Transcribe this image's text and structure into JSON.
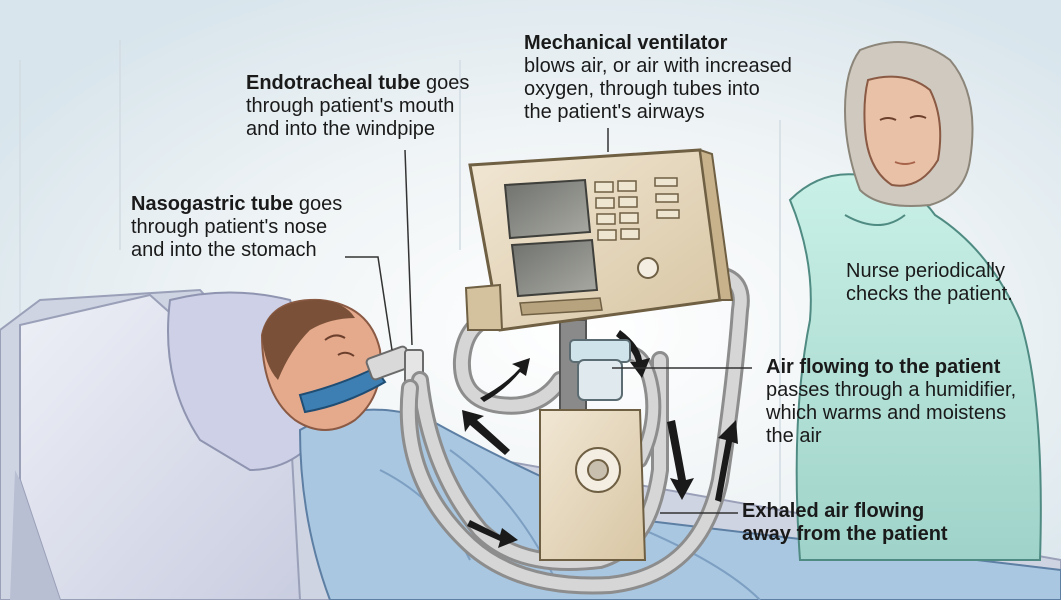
{
  "callouts": {
    "ventilator": {
      "title": "Mechanical ventilator",
      "lines": [
        "blows air, or air with increased",
        "oxygen, through tubes into",
        "the patient's airways"
      ]
    },
    "endotracheal": {
      "title": "Endotracheal tube",
      "title_rest": " goes",
      "lines": [
        "through patient's mouth",
        "and into the windpipe"
      ]
    },
    "nasogastric": {
      "title": "Nasogastric tube",
      "title_rest": " goes",
      "lines": [
        "through patient's nose",
        "and into the stomach"
      ]
    },
    "nurse": {
      "lines": [
        "Nurse periodically",
        "checks the patient."
      ]
    },
    "air_flow": {
      "title": "Air flowing to the patient",
      "lines": [
        "passes through a humidifier,",
        "which warms and moistens",
        "the air"
      ]
    },
    "exhaled": {
      "lines": [
        "Exhaled air flowing",
        "away from the patient"
      ]
    }
  },
  "colors": {
    "background_tint": "#dfe9ee",
    "bed_sheet": "#dfe2ee",
    "gown_patient": "#a9c7e1",
    "gown_nurse": "#bfe3dd",
    "machine": "#e6d8bf",
    "screen": "#8c8c86",
    "tube": "#c9c9c9",
    "skin": "#e5a98c",
    "text": "#1a1a1a"
  }
}
